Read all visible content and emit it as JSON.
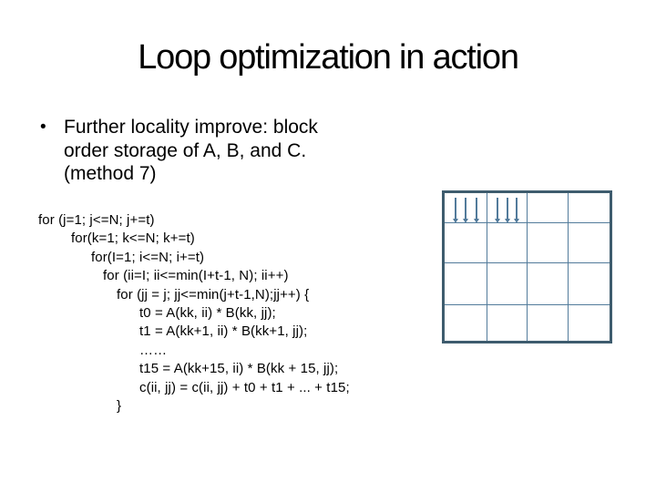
{
  "title": "Loop optimization in action",
  "bullet": {
    "marker": "•",
    "lines": [
      "Further locality improve: block",
      "order storage of A, B, and C.",
      "(method 7)"
    ]
  },
  "code": {
    "lines": [
      {
        "text": "for (j=1; j<=N; j+=t)",
        "indent": 0
      },
      {
        "text": "for(k=1; k<=N; k+=t)",
        "indent": 36
      },
      {
        "text": "for(I=1; i<=N; i+=t)",
        "indent": 58
      },
      {
        "text": "for (ii=I; ii<=min(I+t-1, N); ii++)",
        "indent": 71
      },
      {
        "text": "for (jj = j; jj<=min(j+t-1,N);jj++) {",
        "indent": 86
      },
      {
        "text": "t0 = A(kk, ii) * B(kk, jj);",
        "indent": 111
      },
      {
        "text": "t1 = A(kk+1, ii) * B(kk+1, jj);",
        "indent": 111
      },
      {
        "text": "……",
        "indent": 111
      },
      {
        "text": "t15 = A(kk+15, ii) * B(kk + 15, jj);",
        "indent": 111
      },
      {
        "text": "c(ii, jj) = c(ii, jj) + t0 + t1 + ... + t15;",
        "indent": 111
      },
      {
        "text": "}",
        "indent": 86
      }
    ]
  },
  "diagram": {
    "type": "block-matrix-grid",
    "rows": 4,
    "cols": 4,
    "arrow_direction": "down",
    "arrow_cells": [
      {
        "row": 0,
        "col": 0,
        "arrow_count": 3
      },
      {
        "row": 0,
        "col": 1,
        "arrow_count": 3
      }
    ],
    "colors": {
      "outer_border": "#3E5C6E",
      "grid_line": "#527B9B",
      "arrow": "#527B9B"
    }
  },
  "colors": {
    "background": "#FFFFFF",
    "text": "#000000"
  }
}
